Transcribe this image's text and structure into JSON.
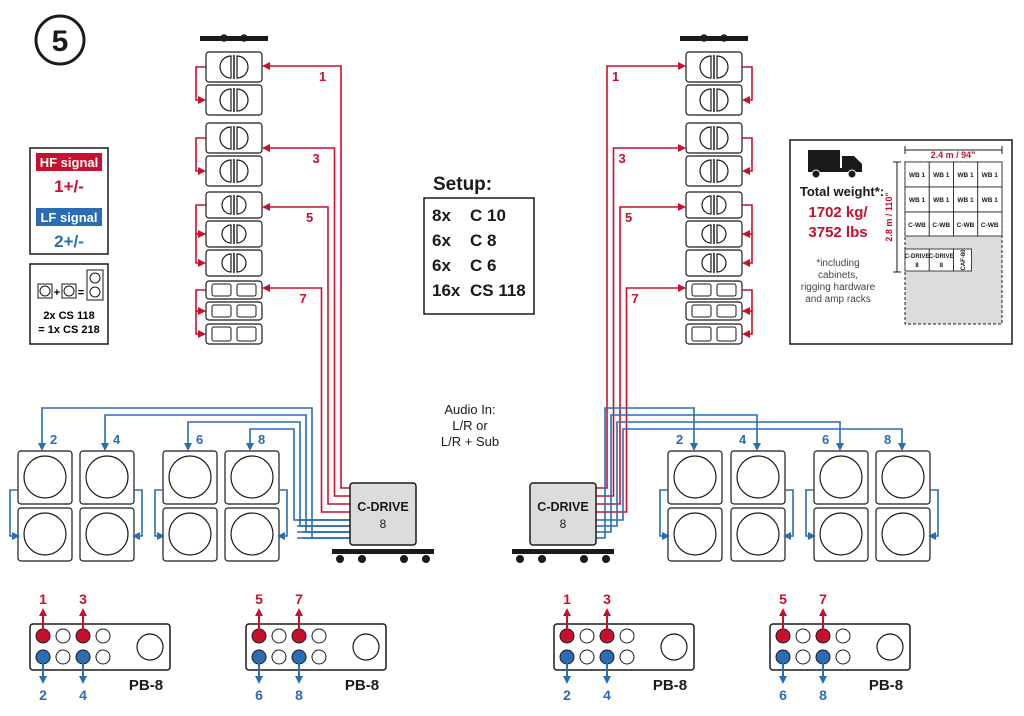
{
  "step_number": "5",
  "colors": {
    "red": "#c8102e",
    "blue": "#2a6db5",
    "dark": "#1a1a1a",
    "gray_fill": "#d8d8d8",
    "panel_gray": "#dcdcdc"
  },
  "legend": {
    "hf_title": "HF signal",
    "hf_value": "1+/-",
    "lf_title": "LF signal",
    "lf_value": "2+/-",
    "sub_line1": "2x CS 118",
    "sub_line2": "= 1x CS 218"
  },
  "setup": {
    "title": "Setup:",
    "rows": [
      {
        "qty": "8x",
        "model": "C 10"
      },
      {
        "qty": "6x",
        "model": "C 8"
      },
      {
        "qty": "6x",
        "model": "C 6"
      },
      {
        "qty": "16x",
        "model": "CS 118"
      }
    ]
  },
  "audio_in": {
    "line1": "Audio In:",
    "line2": "L/R or",
    "line3": "L/R + Sub"
  },
  "amp": {
    "line1": "C-DRIVE",
    "line2": "8"
  },
  "hf_channels": [
    "1",
    "3",
    "5",
    "7"
  ],
  "lf_channels": [
    "2",
    "4",
    "6",
    "8"
  ],
  "panel_label": "PB-8",
  "panels": [
    {
      "top": [
        "1",
        "3"
      ],
      "bottom": [
        "2",
        "4"
      ]
    },
    {
      "top": [
        "5",
        "7"
      ],
      "bottom": [
        "6",
        "8"
      ]
    },
    {
      "top": [
        "1",
        "3"
      ],
      "bottom": [
        "2",
        "4"
      ]
    },
    {
      "top": [
        "5",
        "7"
      ],
      "bottom": [
        "6",
        "8"
      ]
    }
  ],
  "transport": {
    "weight_title": "Total weight*:",
    "weight_kg": "1702 kg/",
    "weight_lbs": "3752 lbs",
    "note_line1": "*including",
    "note_line2": "cabinets,",
    "note_line3": "rigging hardware",
    "note_line4": "and amp racks",
    "width_label": "2.4 m / 94\"",
    "height_label": "2.8 m / 110\"",
    "cells_row1": [
      "WB 1",
      "WB 1",
      "WB 1",
      "WB 1"
    ],
    "cells_row2": [
      "WB 1",
      "WB 1",
      "WB 1",
      "WB 1"
    ],
    "cells_row3": [
      "C-WB",
      "C-WB",
      "C-WB",
      "C-WB"
    ],
    "cells_row4": [
      "C-DRIVE 8",
      "C-DRIVE 8"
    ],
    "cell_rotated": "CAF-80"
  }
}
